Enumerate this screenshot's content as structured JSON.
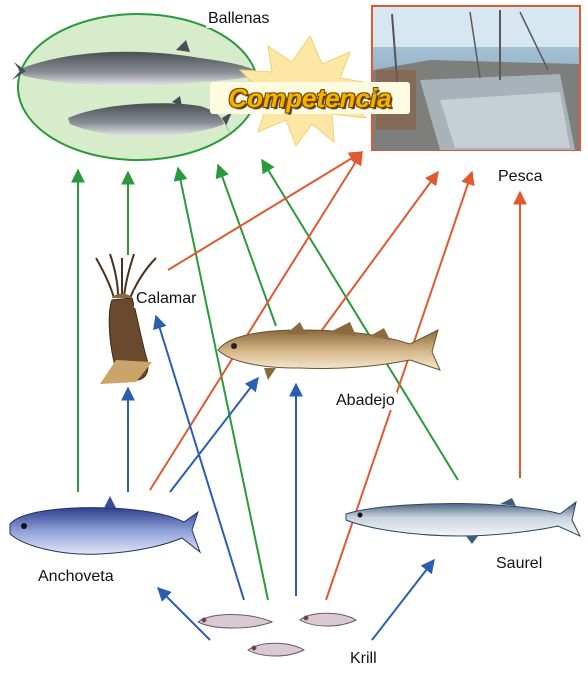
{
  "labels": {
    "whales": "Ballenas",
    "fishing": "Pesca",
    "squid": "Calamar",
    "pollock": "Abadejo",
    "anchovy": "Anchoveta",
    "mackerel": "Saurel",
    "krill": "Krill",
    "competition": "Competencia"
  },
  "colors": {
    "green_arrow": "#2a9a3c",
    "red_arrow": "#e05a30",
    "blue_arrow": "#2a5fb0",
    "whale_ellipse_fill": "#d6eccb",
    "whale_ellipse_stroke": "#2a9a3c",
    "fishing_frame": "#e05a30",
    "competition_burst": "#fde7a6",
    "competition_text": "#f3b400"
  },
  "icons": [
    "whale-icon",
    "whale-icon",
    "fishing-boat-photo",
    "squid-icon",
    "pollock-fish-icon",
    "anchovy-fish-icon",
    "mackerel-fish-icon",
    "krill-icon"
  ]
}
